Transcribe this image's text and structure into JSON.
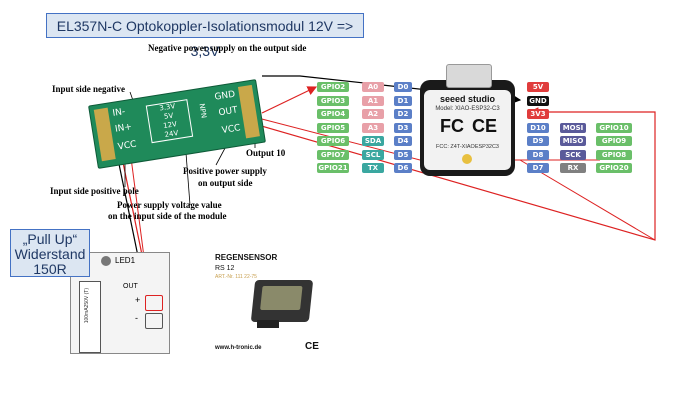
{
  "title": "EL357N-C Optokoppler-Isolationsmodul 12V => 3,3V",
  "annotations": {
    "neg_out": "Negative power supply on the output side",
    "in_neg": "Input side negative",
    "in_pos": "Input side positive pole",
    "output10": "Output 10",
    "pos_out_1": "Positive power supply",
    "pos_out_2": "on output side",
    "volt_1": "Power supply voltage value",
    "volt_2": "on the input side of the module"
  },
  "pullup": {
    "line1": "„Pull Up“",
    "line2": "Widerstand",
    "line3": "150R"
  },
  "module": {
    "in_neg": "IN-",
    "in_pos": "IN+",
    "vcc_left": "VCC",
    "gnd": "GND",
    "out": "OUT",
    "vcc_right": "VCC",
    "npn": "NPN",
    "v1": "3.3V",
    "v2": "5V",
    "v3": "12V",
    "v4": "24V"
  },
  "xiao": {
    "brand": "seeed studio",
    "model": "Model: XIAO-ESP32-C3",
    "fcc_id": "FCC: Z4T-XIAOESP32C3",
    "fc": "FC",
    "ce": "CE",
    "left_gpio": [
      "GPIO2",
      "GPIO3",
      "GPIO4",
      "GPIO5",
      "GPIO6",
      "GPIO7",
      "GPIO21"
    ],
    "left_analog": [
      "A0",
      "A1",
      "A2",
      "A3",
      "SDA",
      "SCL",
      "TX"
    ],
    "left_d": [
      "D0",
      "D1",
      "D2",
      "D3",
      "D4",
      "D5",
      "D6"
    ],
    "right_power": [
      "5V",
      "GND",
      "3V3"
    ],
    "right_d": [
      "D10",
      "D9",
      "D8",
      "D7"
    ],
    "right_func": [
      "MOSI",
      "MISO",
      "SCK",
      "RX"
    ],
    "right_gpio": [
      "GPIO10",
      "GPIO9",
      "GPIO8",
      "GPIO20"
    ],
    "colors": {
      "gpio": "#6abf69",
      "analog": "#e8a0a8",
      "d": "#5b7fc7",
      "power_red": "#e03c3c",
      "gnd": "#111111",
      "func": "#5a5a9a",
      "rx": "#808080"
    }
  },
  "relay": {
    "led": "LED1",
    "out": "OUT",
    "fuse": "100mA250V (T)",
    "plus": "+",
    "minus": "-"
  },
  "sensor": {
    "heading": "REGENSENSOR",
    "model": "RS 12",
    "art": "ART.-Nr. 111 22-75",
    "url": "www.h-tronic.de",
    "ce": "CE"
  }
}
